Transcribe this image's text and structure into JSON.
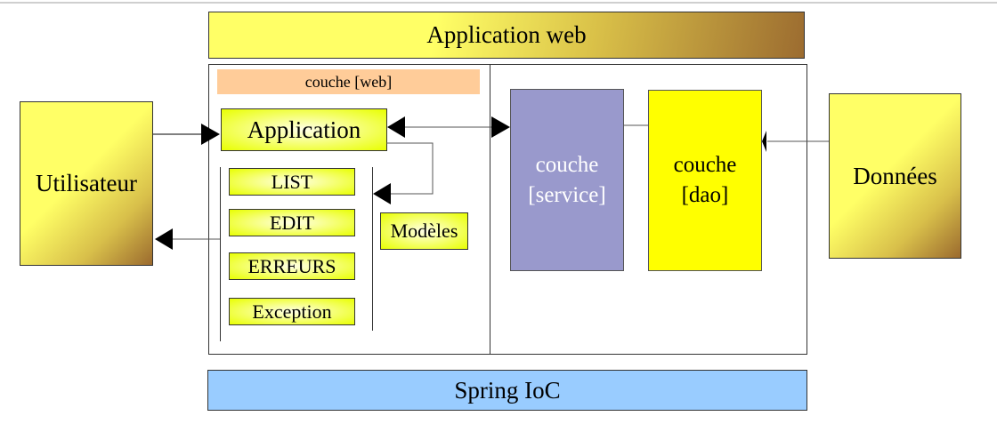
{
  "diagram": {
    "title_bar": "Application web",
    "web_layer": {
      "label": "couche [web]",
      "controller": "Application",
      "views": [
        "LIST",
        "EDIT",
        "ERREURS",
        "Exception"
      ],
      "models": "Modèles"
    },
    "service_layer": {
      "line1": "couche",
      "line2": "[service]"
    },
    "dao_layer": {
      "line1": "couche",
      "line2": "[dao]"
    },
    "user": "Utilisateur",
    "data": "Données",
    "footer_bar": "Spring IoC"
  },
  "colors": {
    "title_bar_start": "#ffff66",
    "title_bar_end": "#9c6c30",
    "web_bar": "#ffcc99",
    "component_box": "#e8ff00",
    "service_layer": "#9999cc",
    "dao_layer": "#ffff00",
    "spring_bar": "#99ccff"
  }
}
